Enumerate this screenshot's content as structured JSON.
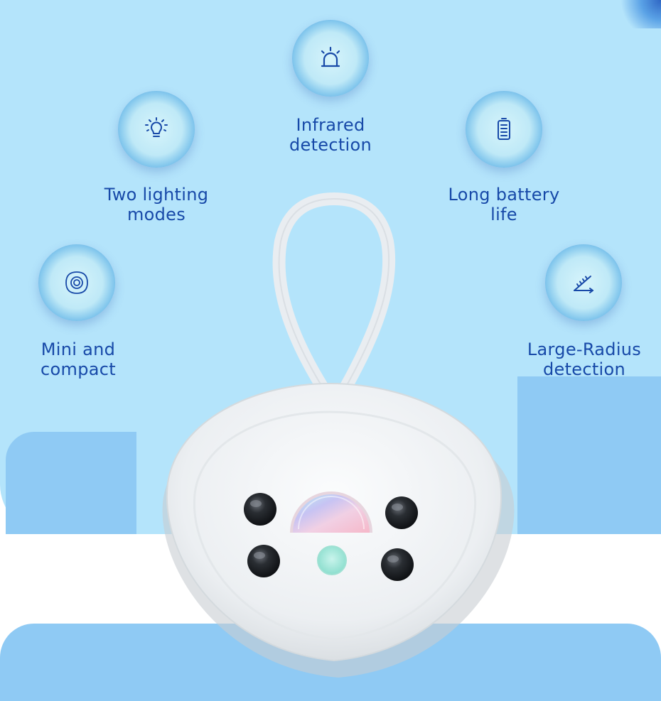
{
  "features": [
    {
      "id": "infrared",
      "label_line1": "Infrared",
      "label_line2": "detection",
      "icon": "alarm-light-icon"
    },
    {
      "id": "lighting",
      "label_line1": "Two lighting",
      "label_line2": "modes",
      "icon": "light-bulb-icon"
    },
    {
      "id": "battery",
      "label_line1": "Long battery",
      "label_line2": "life",
      "icon": "battery-icon"
    },
    {
      "id": "compact",
      "label_line1": "Mini and",
      "label_line2": "compact",
      "icon": "compact-device-icon"
    },
    {
      "id": "radius",
      "label_line1": "Large-Radius",
      "label_line2": "detection",
      "icon": "angle-radius-icon"
    }
  ],
  "colors": {
    "background": "#b4e4fb",
    "accent_blue": "#1749a8",
    "panel_blue": "#8fcaf4",
    "device_white": "#f2f4f6"
  }
}
